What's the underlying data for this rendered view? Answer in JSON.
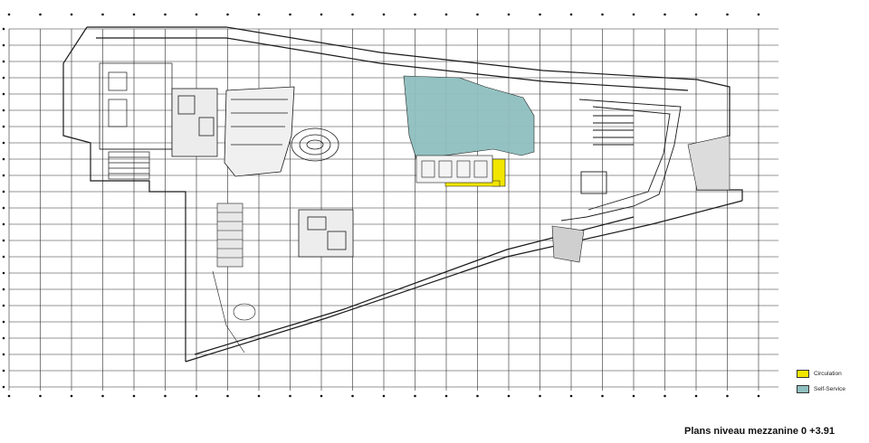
{
  "title": "Plans niveau mezzanine 0 +3.91",
  "legend": {
    "items": [
      {
        "label": "Circulation",
        "color": "#f2e600"
      },
      {
        "label": "Self-Service",
        "color": "#8fbfbf"
      }
    ]
  },
  "colors": {
    "line": "#1a1a1a",
    "grid": "#2b2b2b",
    "circulation": "#f2e600",
    "self_service": "#8fbfbf",
    "background": "#ffffff"
  }
}
